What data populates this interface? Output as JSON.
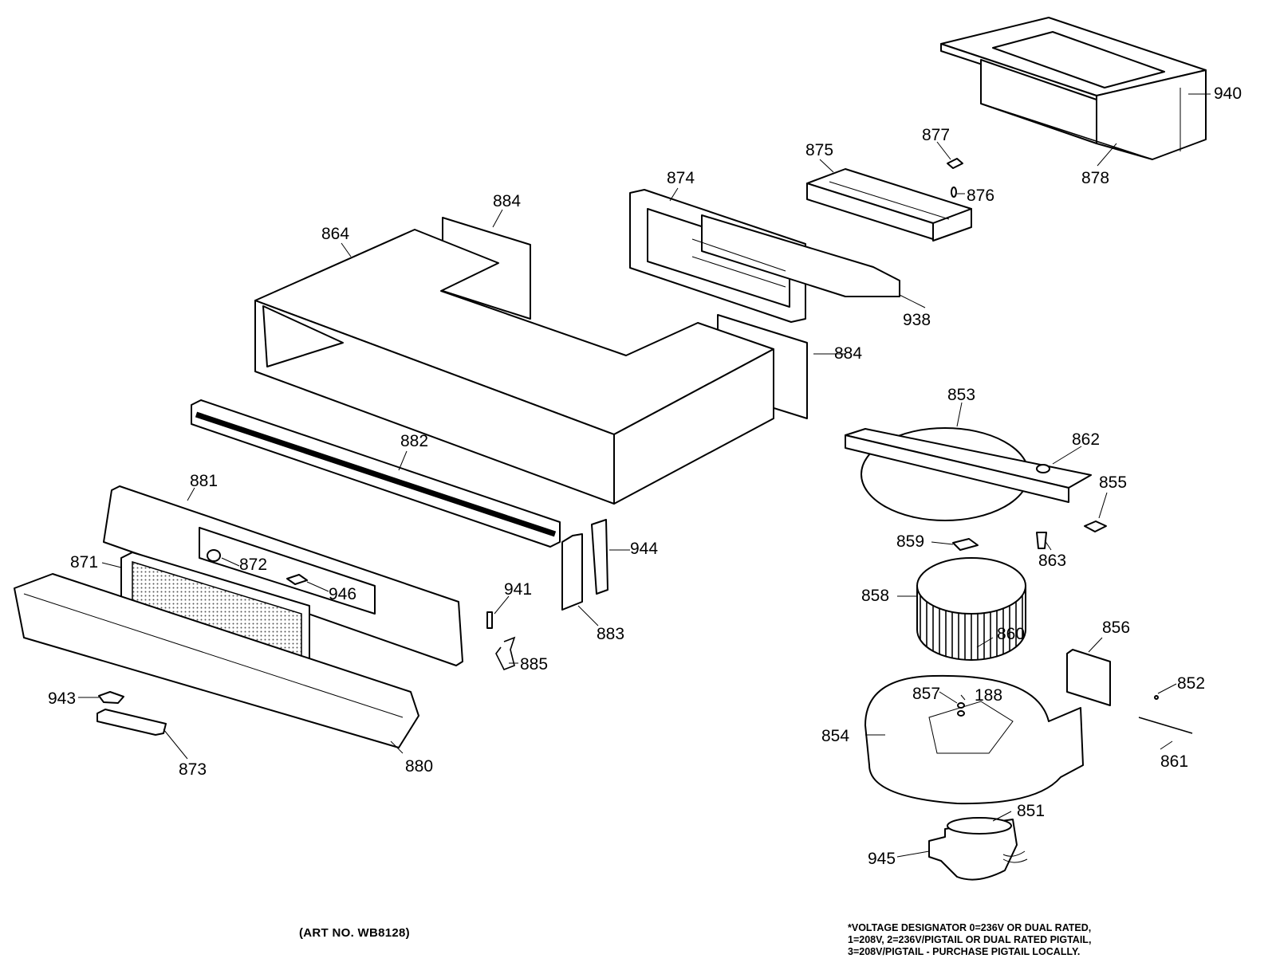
{
  "parts": {
    "p940": "940",
    "p878": "878",
    "p877": "877",
    "p875": "875",
    "p876": "876",
    "p874": "874",
    "p884a": "884",
    "p884b": "884",
    "p864": "864",
    "p938": "938",
    "p853": "853",
    "p862": "862",
    "p855": "855",
    "p863": "863",
    "p882": "882",
    "p881": "881",
    "p944": "944",
    "p872": "872",
    "p871": "871",
    "p946": "946",
    "p941": "941",
    "p883": "883",
    "p859": "859",
    "p858": "858",
    "p860": "860",
    "p856": "856",
    "p885": "885",
    "p943": "943",
    "p857": "857",
    "p188": "188",
    "p852": "852",
    "p854": "854",
    "p873": "873",
    "p880": "880",
    "p861": "861",
    "p851": "851",
    "p945": "945"
  },
  "art_number": "(ART NO. WB8128)",
  "footnote": {
    "line1": "*VOLTAGE DESIGNATOR 0=236V OR DUAL RATED,",
    "line2": "1=208V, 2=236V/PIGTAIL OR DUAL RATED PIGTAIL,",
    "line3": "3=208V/PIGTAIL - PURCHASE PIGTAIL LOCALLY."
  }
}
